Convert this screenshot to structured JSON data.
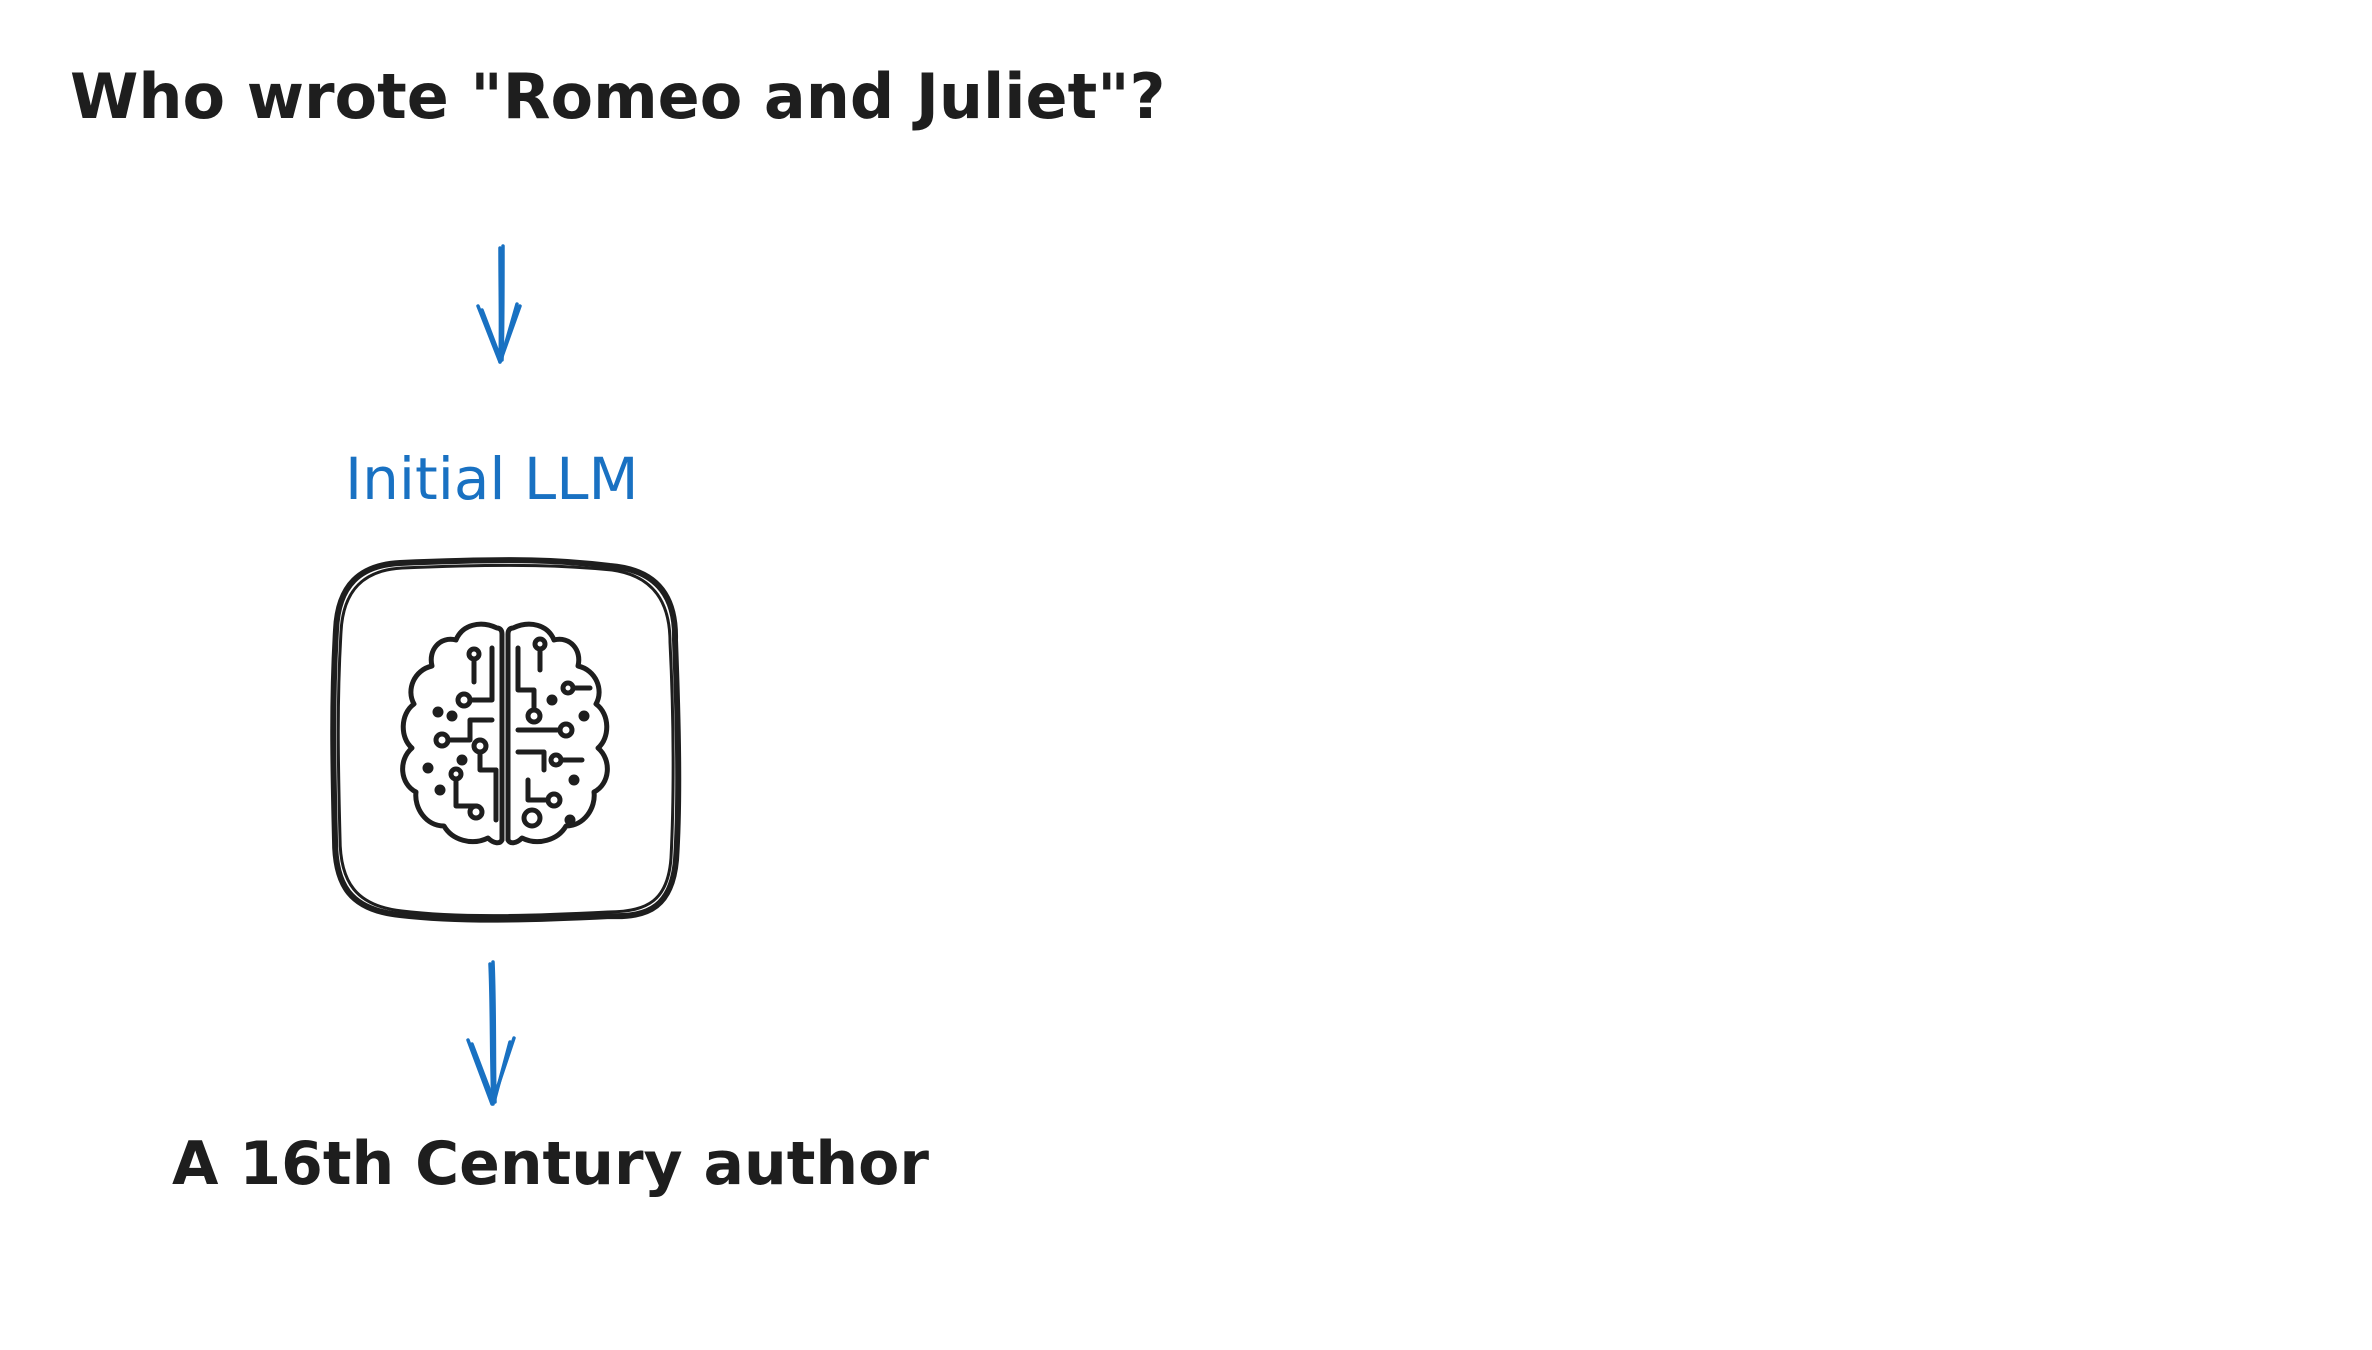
{
  "diagram": {
    "question": "Who wrote \"Romeo and Juliet\"?",
    "model_label": "Initial LLM",
    "answer": "A 16th Century author"
  },
  "icons": {
    "model_icon": "brain-circuit-icon",
    "arrow_in": "arrow-down-icon",
    "arrow_out": "arrow-down-icon"
  },
  "colors": {
    "ink": "#1e1e1e",
    "accent_blue": "#1971c2",
    "background": "#ffffff"
  }
}
